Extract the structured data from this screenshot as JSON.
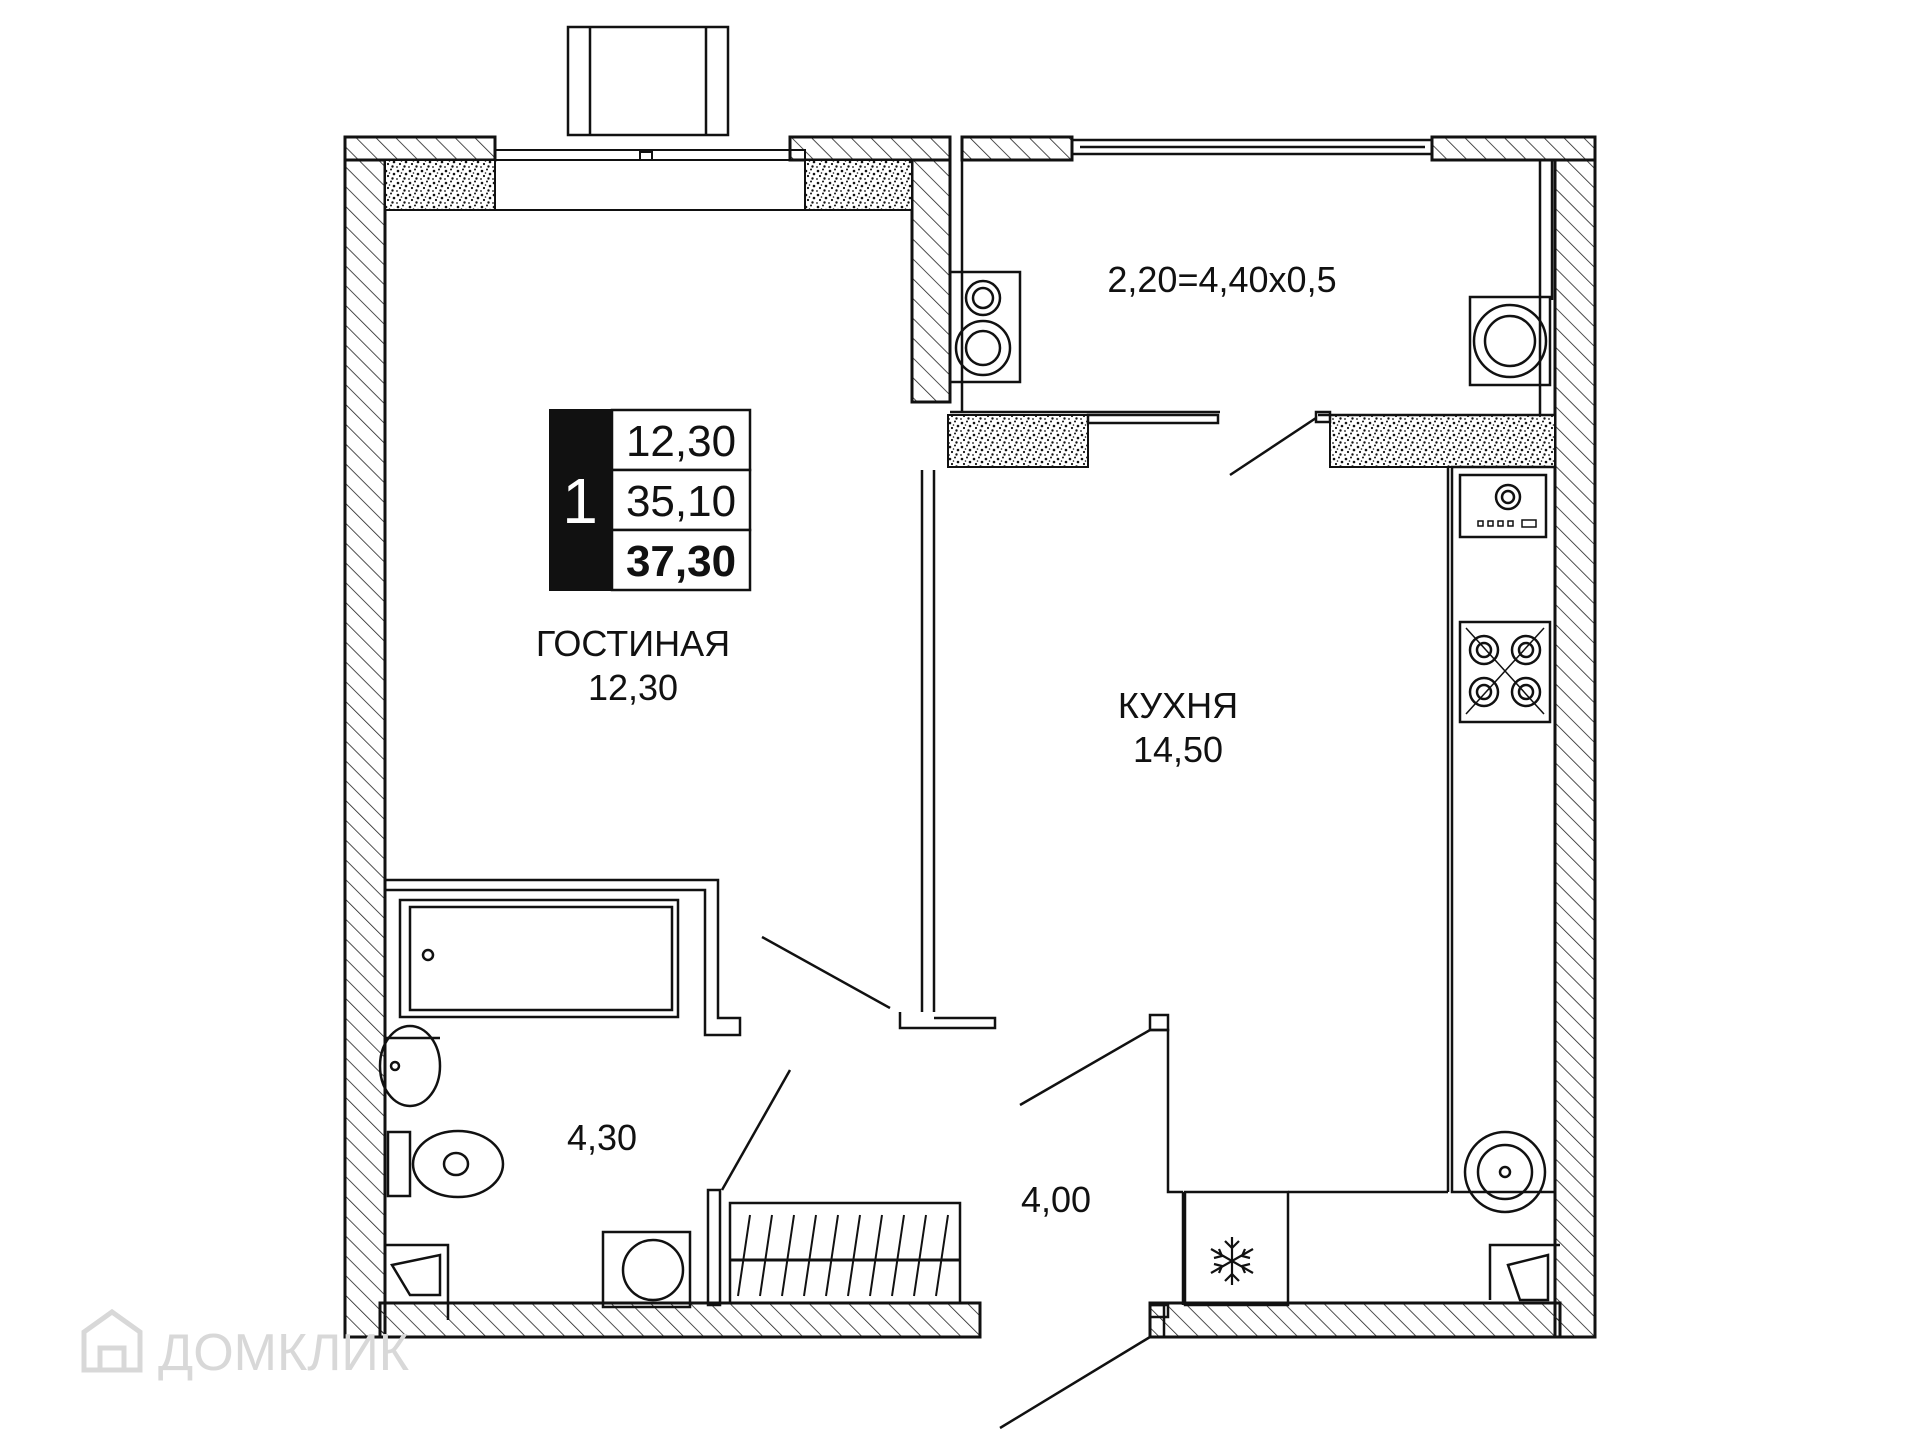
{
  "summary_box": {
    "rooms": "1",
    "living_area": "12,30",
    "area_without_balcony": "35,10",
    "total_area": "37,30"
  },
  "rooms": {
    "living_room": {
      "name": "ГОСТИНАЯ",
      "area": "12,30"
    },
    "kitchen": {
      "name": "КУХНЯ",
      "area": "14,50"
    },
    "bathroom": {
      "area": "4,30"
    },
    "hallway": {
      "area": "4,00"
    },
    "balcony": {
      "formula": "2,20=4,40x0,5"
    }
  },
  "watermark": {
    "text": "ДОМКЛИК"
  },
  "colors": {
    "wall_line": "#111111",
    "hatch": "#222222",
    "box_fill": "#111111"
  },
  "icons": [
    "snowflake-icon",
    "house-logo-icon"
  ]
}
